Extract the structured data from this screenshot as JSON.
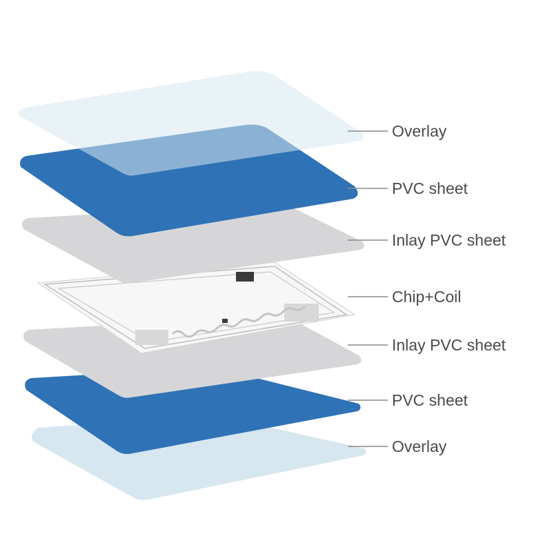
{
  "layers": [
    {
      "label": "Overlay",
      "fill": "#d7e7ef"
    },
    {
      "label": "PVC sheet",
      "fill": "#2f72b5"
    },
    {
      "label": "Inlay PVC sheet",
      "fill": "#d6d6d8"
    },
    {
      "label": "Chip+Coil",
      "fill": "#f7f7f7"
    },
    {
      "label": "Inlay PVC sheet",
      "fill": "#d6d6d8"
    },
    {
      "label": "PVC sheet",
      "fill": "#2f72b5"
    },
    {
      "label": "Overlay",
      "fill": "#d7e7ef"
    }
  ],
  "colors": {
    "leader_line": "#8a8a8a",
    "label_text": "#4a4a4a",
    "coil_trace": "#bdbdbd",
    "chip": "#3a3a3a"
  }
}
